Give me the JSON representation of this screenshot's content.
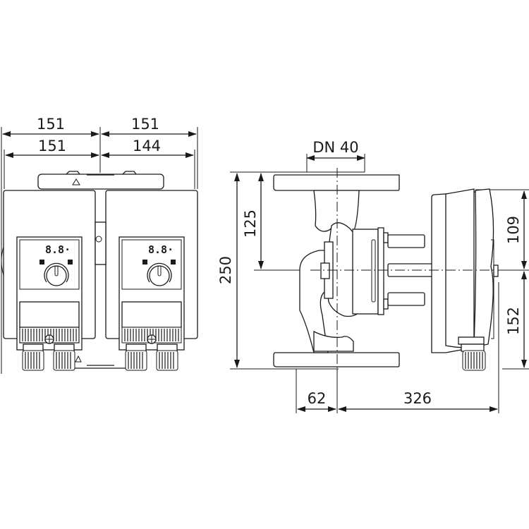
{
  "drawing": {
    "title": "Twin circulation pump dimension drawing",
    "front_view": {
      "dims": {
        "top_left": "151",
        "top_right": "151",
        "second_left": "151",
        "second_right": "144"
      },
      "displays": [
        {
          "value": "8.8·"
        },
        {
          "value": "8.8·"
        }
      ],
      "flow_arrow_icon": "triangle-up-icon"
    },
    "side_view": {
      "dims": {
        "flange_dn": "DN 40",
        "height_total": "250",
        "height_half": "125",
        "motor_top": "109",
        "motor_bottom": "152",
        "offset_left": "62",
        "length_right": "326"
      }
    },
    "colors": {
      "line": "#1a1a1a",
      "background": "#ffffff"
    }
  }
}
